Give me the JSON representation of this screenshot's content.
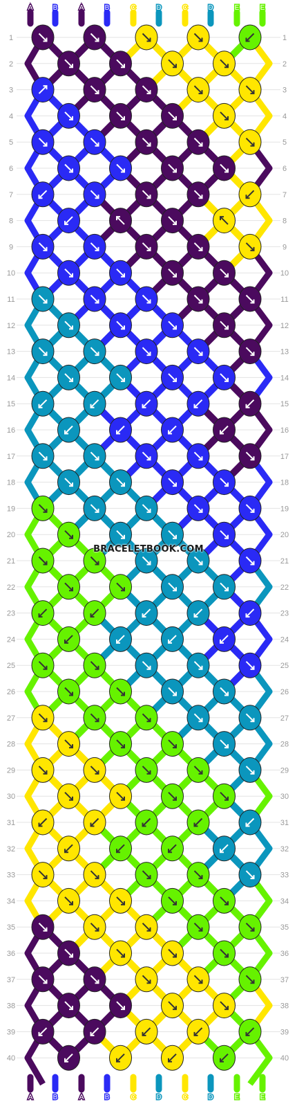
{
  "title": "",
  "watermark": "BRACELETBOOK.COM",
  "colors": {
    "A": "#4b0a5e",
    "B": "#2a2af5",
    "C": "#ffe600",
    "D": "#0b96bd",
    "E": "#66f200"
  },
  "strings": [
    "A",
    "B",
    "A",
    "B",
    "C",
    "D",
    "C",
    "D",
    "E",
    "E"
  ],
  "rows": 40,
  "knots": [
    [
      "A",
      "A",
      "C",
      "C",
      "E"
    ],
    [
      "A",
      "A",
      "C",
      "C"
    ],
    [
      "B",
      "A",
      "A",
      "C",
      "C"
    ],
    [
      "B",
      "A",
      "A",
      "C"
    ],
    [
      "B",
      "B",
      "A",
      "A",
      "C"
    ],
    [
      "B",
      "B",
      "A",
      "A"
    ],
    [
      "B",
      "B",
      "A",
      "A",
      "C"
    ],
    [
      "B",
      "A",
      "A",
      "C"
    ],
    [
      "B",
      "B",
      "A",
      "A",
      "C"
    ],
    [
      "B",
      "B",
      "A",
      "A"
    ],
    [
      "D",
      "B",
      "B",
      "A",
      "A"
    ],
    [
      "D",
      "B",
      "B",
      "A"
    ],
    [
      "D",
      "D",
      "B",
      "B",
      "A"
    ],
    [
      "D",
      "D",
      "B",
      "B"
    ],
    [
      "D",
      "D",
      "B",
      "B",
      "A"
    ],
    [
      "D",
      "B",
      "B",
      "A"
    ],
    [
      "D",
      "D",
      "B",
      "B",
      "A"
    ],
    [
      "D",
      "D",
      "B",
      "B"
    ],
    [
      "E",
      "D",
      "D",
      "B",
      "B"
    ],
    [
      "E",
      "D",
      "D",
      "B"
    ],
    [
      "E",
      "E",
      "D",
      "D",
      "B"
    ],
    [
      "E",
      "E",
      "D",
      "D"
    ],
    [
      "E",
      "E",
      "D",
      "D",
      "B"
    ],
    [
      "E",
      "D",
      "D",
      "B"
    ],
    [
      "E",
      "E",
      "D",
      "D",
      "B"
    ],
    [
      "E",
      "E",
      "D",
      "D"
    ],
    [
      "C",
      "E",
      "E",
      "D",
      "D"
    ],
    [
      "C",
      "E",
      "E",
      "D"
    ],
    [
      "C",
      "C",
      "E",
      "E",
      "D"
    ],
    [
      "C",
      "C",
      "E",
      "E"
    ],
    [
      "C",
      "C",
      "E",
      "E",
      "D"
    ],
    [
      "C",
      "E",
      "E",
      "D"
    ],
    [
      "C",
      "C",
      "E",
      "E",
      "D"
    ],
    [
      "C",
      "C",
      "E",
      "E"
    ],
    [
      "A",
      "C",
      "C",
      "E",
      "E"
    ],
    [
      "A",
      "C",
      "C",
      "E"
    ],
    [
      "A",
      "A",
      "C",
      "C",
      "E"
    ],
    [
      "A",
      "A",
      "C",
      "C"
    ],
    [
      "A",
      "A",
      "C",
      "C",
      "E"
    ],
    [
      "A",
      "C",
      "C",
      "E"
    ]
  ],
  "arrows": [
    [
      "dr",
      "dr",
      "dr",
      "dr",
      "dl"
    ],
    [
      "dr",
      "dr",
      "dr",
      "dr"
    ],
    [
      "ur",
      "dr",
      "dr",
      "dr",
      "dr"
    ],
    [
      "dr",
      "dr",
      "dr",
      "dr"
    ],
    [
      "dr",
      "dr",
      "dr",
      "dr",
      "dr"
    ],
    [
      "dr",
      "dr",
      "dr",
      "dr"
    ],
    [
      "dl",
      "dr",
      "dr",
      "dr",
      "dl"
    ],
    [
      "dl",
      "ul",
      "dr",
      "ul"
    ],
    [
      "dr",
      "dr",
      "dr",
      "dr",
      "dr"
    ],
    [
      "dr",
      "dr",
      "dr",
      "dr"
    ],
    [
      "dr",
      "dr",
      "dr",
      "dr",
      "dr"
    ],
    [
      "dr",
      "dr",
      "dr",
      "dr"
    ],
    [
      "dr",
      "dr",
      "dr",
      "dr",
      "dr"
    ],
    [
      "dr",
      "dr",
      "dr",
      "dr"
    ],
    [
      "dl",
      "dl",
      "dl",
      "dl",
      "dl"
    ],
    [
      "dl",
      "dl",
      "dl",
      "dl"
    ],
    [
      "dr",
      "dr",
      "dr",
      "dr",
      "dr"
    ],
    [
      "dr",
      "dr",
      "dr",
      "dr"
    ],
    [
      "dr",
      "dr",
      "dr",
      "dr",
      "dr"
    ],
    [
      "dr",
      "dr",
      "dr",
      "dr"
    ],
    [
      "dr",
      "dr",
      "dr",
      "dr",
      "dr"
    ],
    [
      "dr",
      "dr",
      "dr",
      "dr"
    ],
    [
      "dl",
      "dl",
      "dl",
      "dl",
      "dl"
    ],
    [
      "dl",
      "dl",
      "dl",
      "dl"
    ],
    [
      "dr",
      "dr",
      "dr",
      "dr",
      "dr"
    ],
    [
      "dr",
      "dr",
      "dr",
      "dr"
    ],
    [
      "dr",
      "dr",
      "dr",
      "dr",
      "dr"
    ],
    [
      "dr",
      "dr",
      "dr",
      "dr"
    ],
    [
      "dr",
      "dr",
      "dr",
      "dr",
      "dr"
    ],
    [
      "dr",
      "dr",
      "dr",
      "dr"
    ],
    [
      "dl",
      "dl",
      "dl",
      "dl",
      "dl"
    ],
    [
      "dl",
      "dl",
      "dl",
      "dl"
    ],
    [
      "dr",
      "dr",
      "dr",
      "dr",
      "dr"
    ],
    [
      "dr",
      "dr",
      "dr",
      "dr"
    ],
    [
      "dr",
      "dr",
      "dr",
      "dr",
      "dr"
    ],
    [
      "dr",
      "dr",
      "dr",
      "dr"
    ],
    [
      "dr",
      "dr",
      "dr",
      "dr",
      "dr"
    ],
    [
      "dr",
      "dr",
      "dr",
      "dr"
    ],
    [
      "dl",
      "dl",
      "dl",
      "dl",
      "dl"
    ],
    [
      "dl",
      "dl",
      "dl",
      "dl"
    ]
  ]
}
